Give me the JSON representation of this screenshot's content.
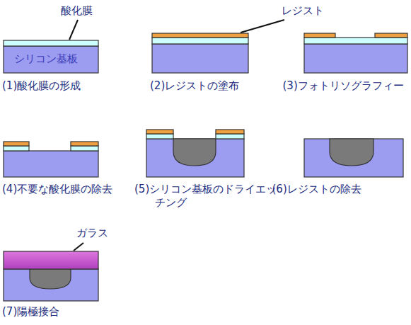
{
  "diagram": {
    "labels": [
      "酸化膜",
      "レジスト",
      "シリコン基板",
      "(1)酸化膜の形成",
      "(2)レジストの塗布",
      "(3)フォトリソグラフィー",
      "(4)不要な酸化膜の除去",
      "(5)シリコン基板のドライエッチング",
      "(6)レジストの除去",
      "ガラス",
      "(7)陽極接合"
    ]
  }
}
